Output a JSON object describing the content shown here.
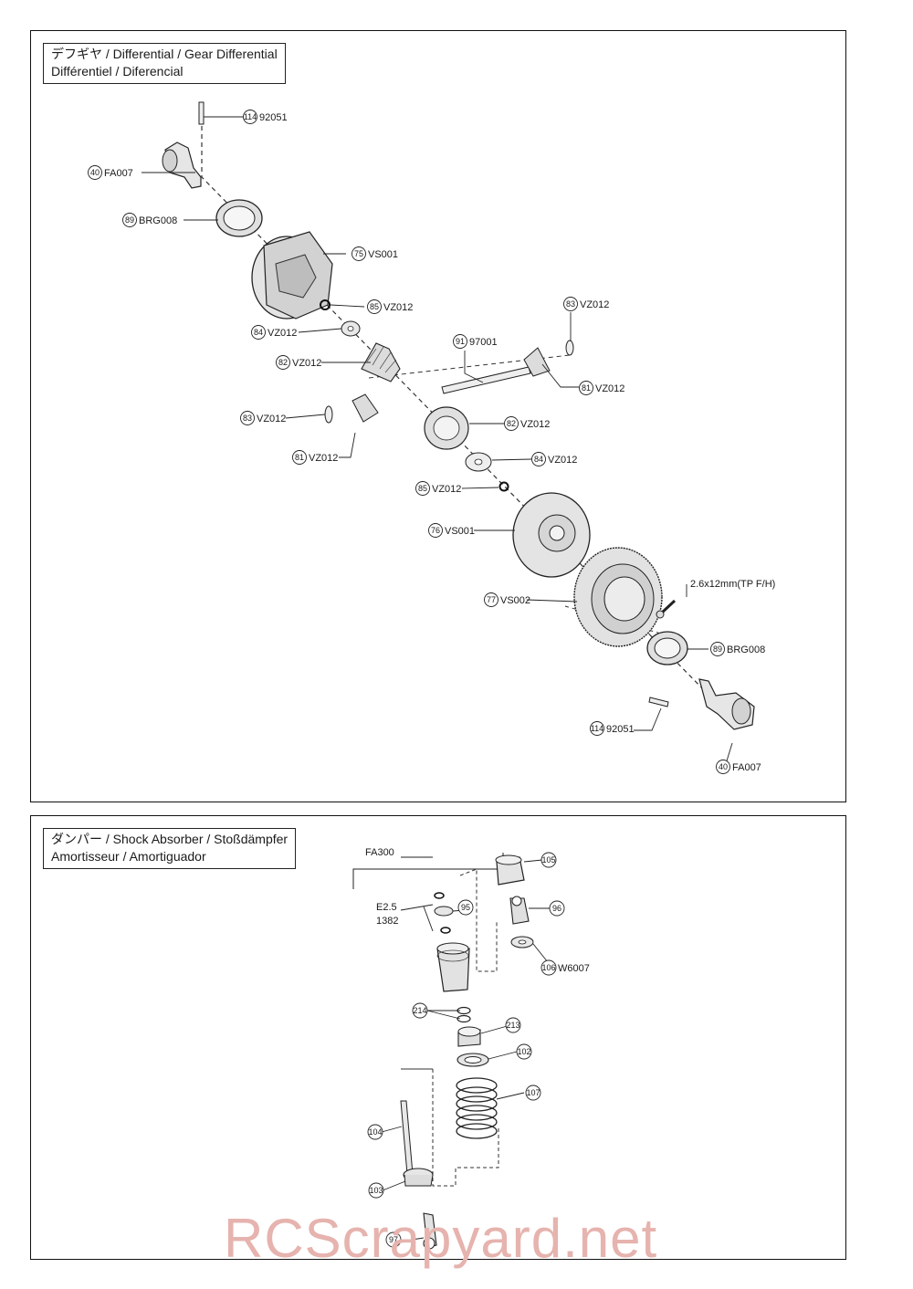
{
  "diff_panel": {
    "title_line1": "デフギヤ / Differential / Gear Differential",
    "title_line2": "Différentiel / Diferencial",
    "callouts": [
      {
        "num": "114",
        "part": "92051"
      },
      {
        "num": "40",
        "part": "FA007"
      },
      {
        "num": "89",
        "part": "BRG008"
      },
      {
        "num": "75",
        "part": "VS001"
      },
      {
        "num": "85",
        "part": "VZ012"
      },
      {
        "num": "84",
        "part": "VZ012"
      },
      {
        "num": "83",
        "part": "VZ012"
      },
      {
        "num": "91",
        "part": "97001"
      },
      {
        "num": "82",
        "part": "VZ012"
      },
      {
        "num": "81",
        "part": "VZ012"
      },
      {
        "num": "83",
        "part": "VZ012"
      },
      {
        "num": "81",
        "part": "VZ012"
      },
      {
        "num": "82",
        "part": "VZ012"
      },
      {
        "num": "84",
        "part": "VZ012"
      },
      {
        "num": "85",
        "part": "VZ012"
      },
      {
        "num": "76",
        "part": "VS001"
      },
      {
        "num": "77",
        "part": "VS002"
      },
      {
        "num": "89",
        "part": "BRG008"
      },
      {
        "num": "114",
        "part": "92051"
      },
      {
        "num": "40",
        "part": "FA007"
      }
    ],
    "screw_label": "2.6x12mm(TP F/H)"
  },
  "shock_panel": {
    "title_line1": "ダンパー / Shock Absorber / Stoßdämpfer",
    "title_line2": "Amortisseur / Amortiguador",
    "set_label": "FA300",
    "eclip_label_1": "E2.5",
    "eclip_label_2": "1382",
    "w_label": "W6007",
    "callouts": [
      {
        "num": "105"
      },
      {
        "num": "95"
      },
      {
        "num": "96"
      },
      {
        "num": "106"
      },
      {
        "num": "214"
      },
      {
        "num": "213"
      },
      {
        "num": "102"
      },
      {
        "num": "107"
      },
      {
        "num": "104"
      },
      {
        "num": "103"
      },
      {
        "num": "97"
      }
    ]
  },
  "watermark": "RCScrapyard.net"
}
